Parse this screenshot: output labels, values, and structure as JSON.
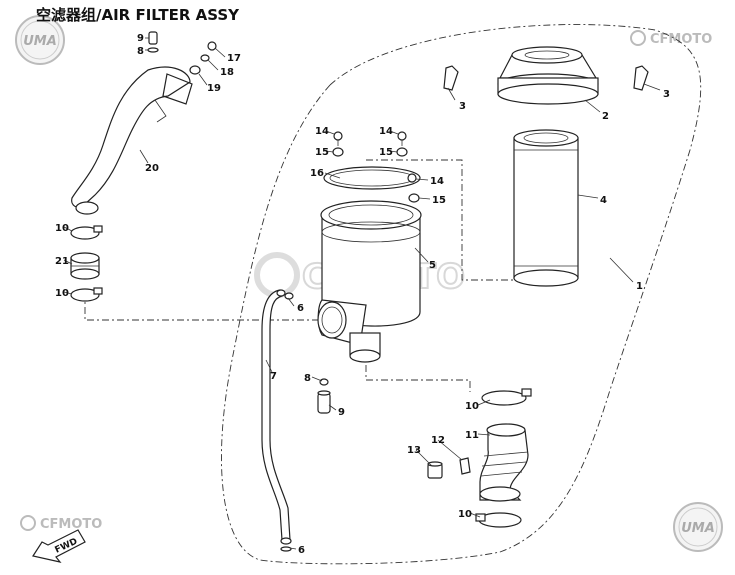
{
  "title": "空滤器组/AIR FILTER ASSY",
  "brand": {
    "uma": "UMA",
    "cfmoto": "CFMOTO"
  },
  "fwd_label": "FWD",
  "callouts": {
    "p1": "1",
    "p2": "2",
    "p3a": "3",
    "p3b": "3",
    "p4": "4",
    "p5": "5",
    "p6a": "6",
    "p6b": "6",
    "p7": "7",
    "p8a": "8",
    "p8b": "8",
    "p9a": "9",
    "p9b": "9",
    "p10a": "10",
    "p10b": "10",
    "p10c": "10",
    "p10d": "10",
    "p11": "11",
    "p12": "12",
    "p13": "13",
    "p14a": "14",
    "p14b": "14",
    "p14c": "14",
    "p15a": "15",
    "p15b": "15",
    "p15c": "15",
    "p16": "16",
    "p17": "17",
    "p18": "18",
    "p19": "19",
    "p20": "20",
    "p21": "21"
  }
}
